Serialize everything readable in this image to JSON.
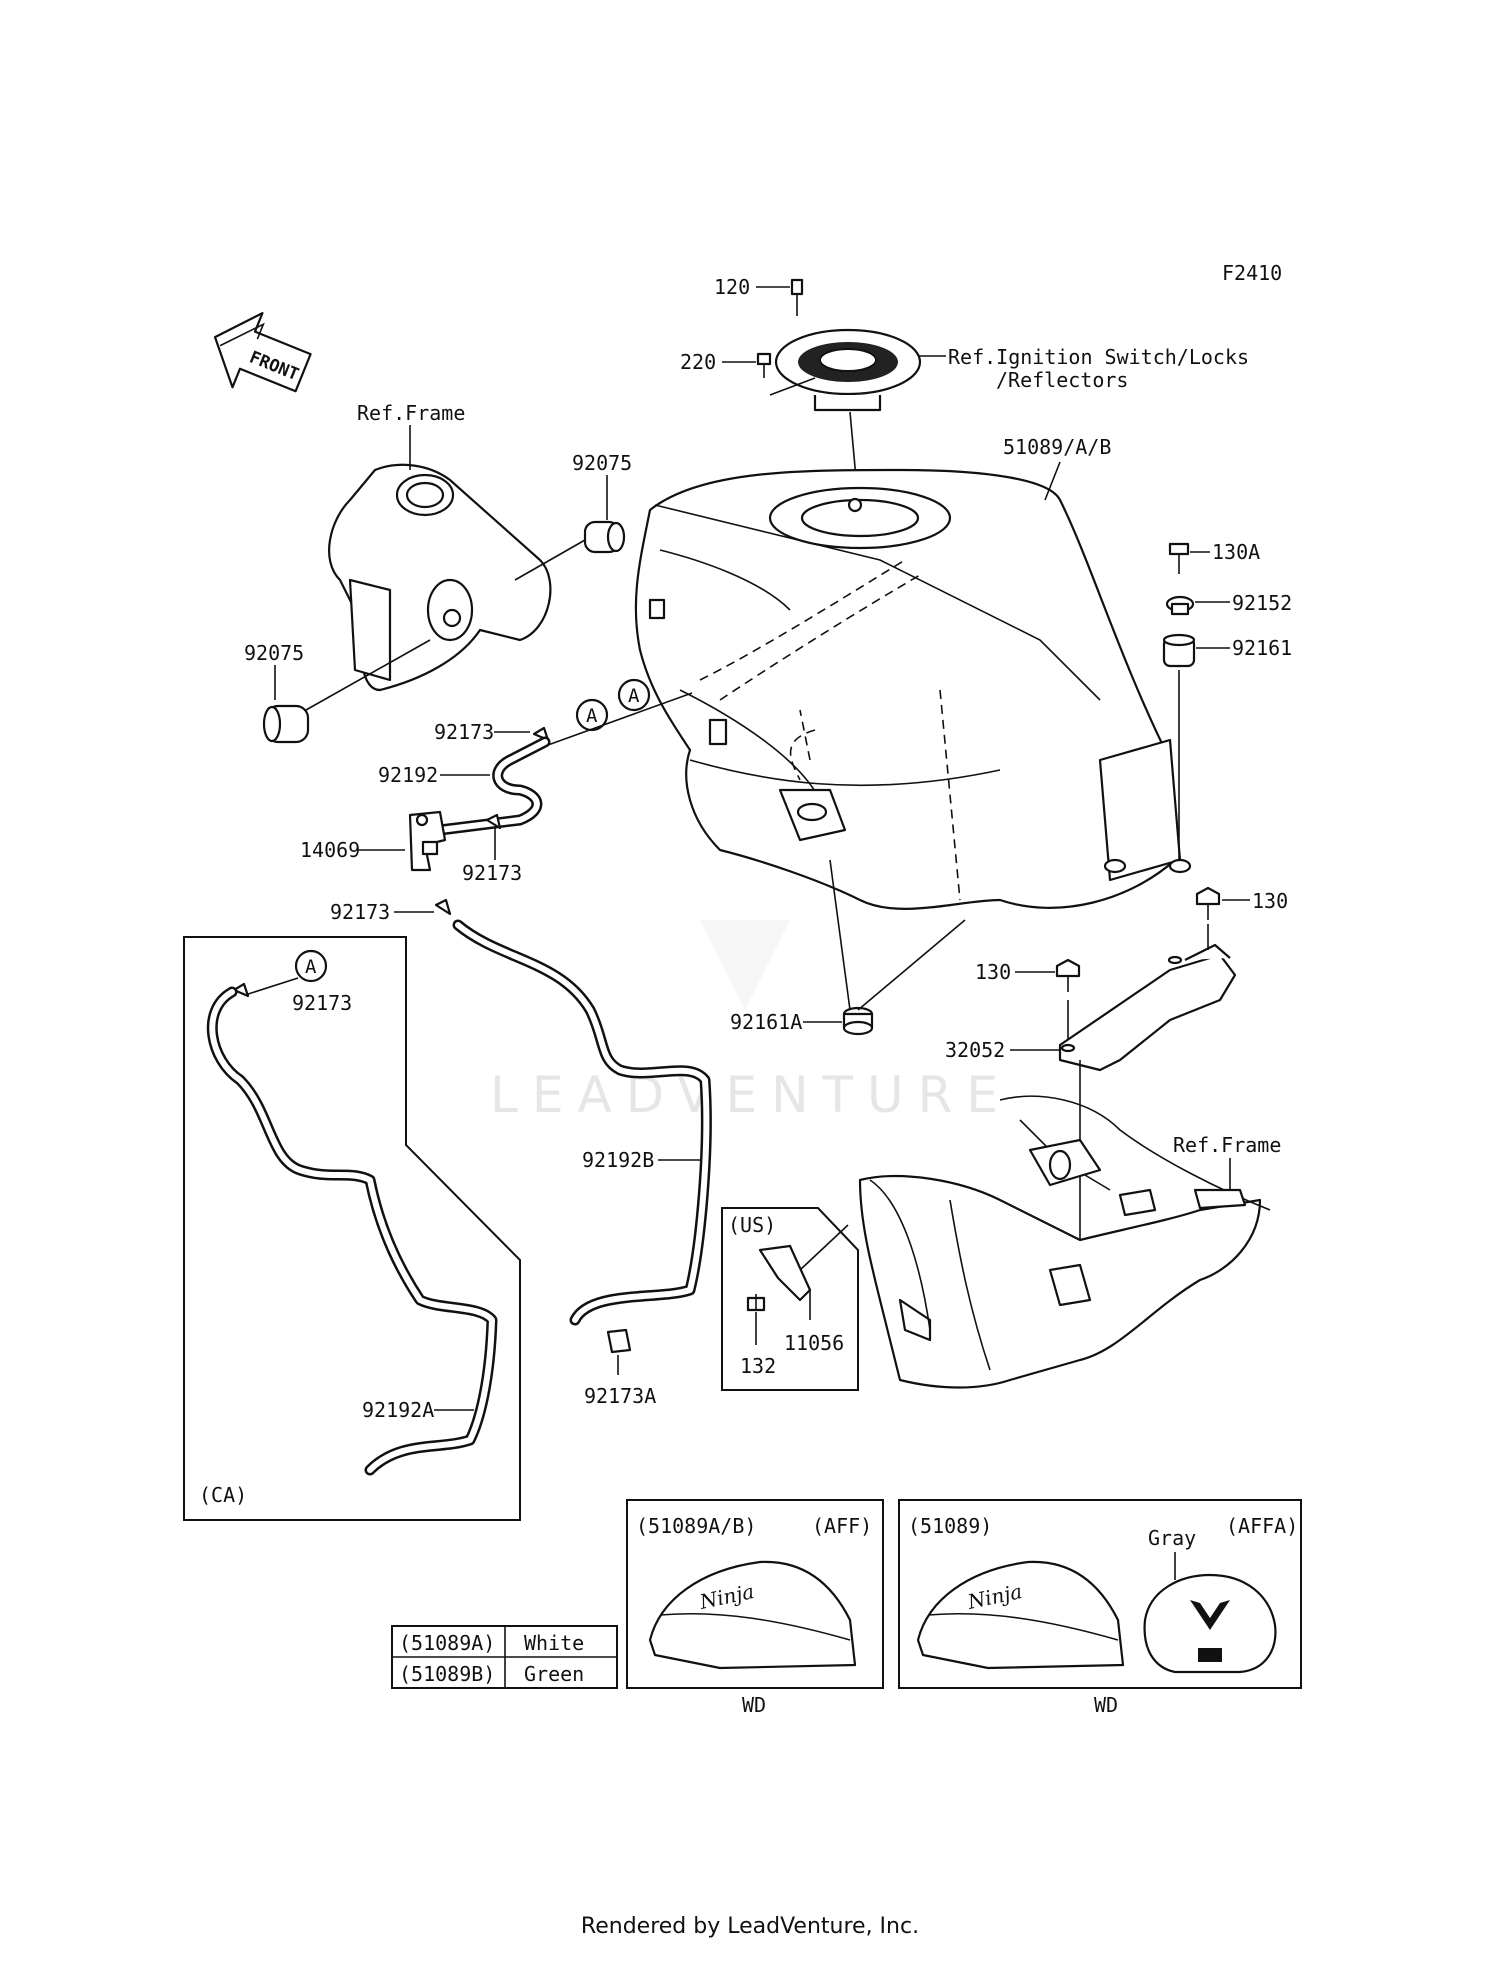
{
  "diagram_code": "F2410",
  "front_label": "FRONT",
  "watermark": "LEADVENTURE",
  "labels": {
    "p120": "120",
    "p220": "220",
    "ref_ignition_1": "Ref.Ignition Switch/Locks",
    "ref_ignition_2": "/Reflectors",
    "ref_frame_top": "Ref.Frame",
    "p92075_a": "92075",
    "p92075_b": "92075",
    "p51089": "51089/A/B",
    "p130A": "130A",
    "p92152": "92152",
    "p92161": "92161",
    "p92173_1": "92173",
    "p92192": "92192",
    "p14069": "14069",
    "p92173_2": "92173",
    "p92173_3": "92173",
    "p130_right": "130",
    "p130_mid": "130",
    "p92161A": "92161A",
    "p32052": "32052",
    "ref_frame_bottom": "Ref.Frame",
    "p92192B": "92192B",
    "p92173_ca": "92173",
    "p92192A": "92192A",
    "ca": "(CA)",
    "us": "(US)",
    "p132": "132",
    "p11056": "11056",
    "p92173A": "92173A",
    "circle_a": "A"
  },
  "color_table": {
    "rows": [
      {
        "code": "(51089A)",
        "color": "White"
      },
      {
        "code": "(51089B)",
        "color": "Green"
      }
    ]
  },
  "inset_aff": {
    "code": "(51089A/B)",
    "tag": "(AFF)",
    "caption": "WD"
  },
  "inset_affa": {
    "code": "(51089)",
    "tag": "(AFFA)",
    "color": "Gray",
    "caption": "WD"
  },
  "footer": "Rendered by LeadVenture, Inc."
}
